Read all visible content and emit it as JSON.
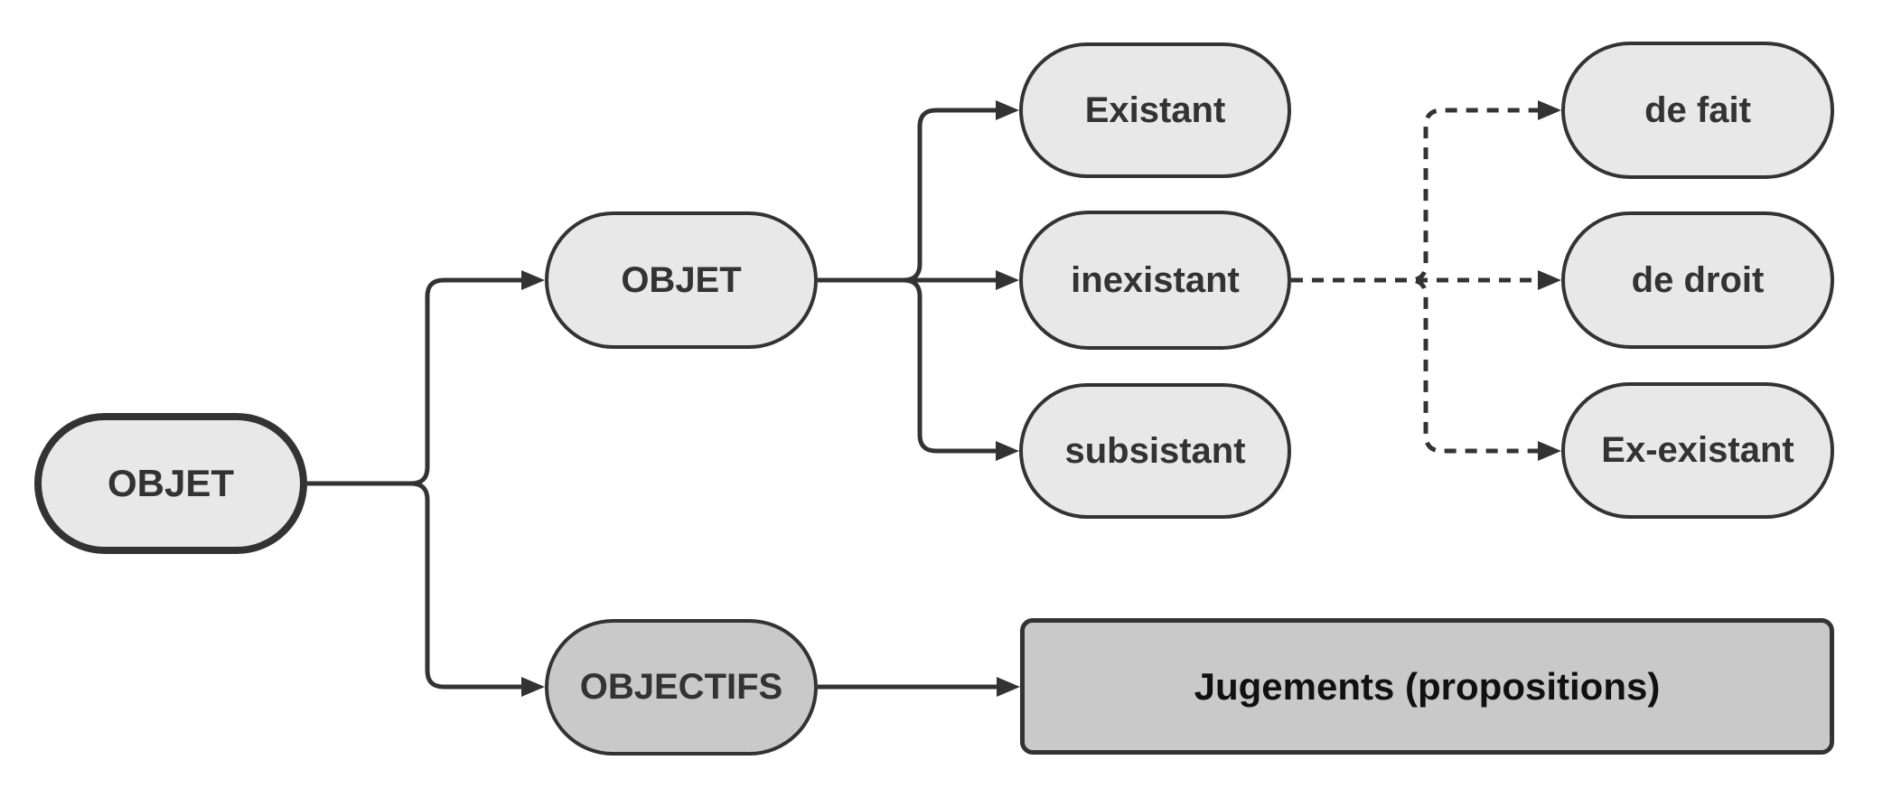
{
  "diagram": {
    "type": "flowchart",
    "direction": "left-to-right",
    "background": "#ffffff",
    "colors": {
      "stroke": "#333333",
      "node_fill_light": "#e8e8e8",
      "node_fill_dark": "#c9c9c9",
      "label_color": "#333333",
      "jugements_label_color": "#111111"
    },
    "nodes": [
      {
        "id": "objet-root",
        "label": "OBJET",
        "shape": "pill",
        "fill": "light",
        "border": "thick"
      },
      {
        "id": "objet",
        "label": "OBJET",
        "shape": "pill",
        "fill": "light",
        "border": "normal"
      },
      {
        "id": "existant",
        "label": "Existant",
        "shape": "pill",
        "fill": "light",
        "border": "normal"
      },
      {
        "id": "inexistant",
        "label": "inexistant",
        "shape": "pill",
        "fill": "light",
        "border": "normal"
      },
      {
        "id": "subsistant",
        "label": "subsistant",
        "shape": "pill",
        "fill": "light",
        "border": "normal"
      },
      {
        "id": "de-fait",
        "label": "de fait",
        "shape": "pill",
        "fill": "light",
        "border": "normal"
      },
      {
        "id": "de-droit",
        "label": "de droit",
        "shape": "pill",
        "fill": "light",
        "border": "normal"
      },
      {
        "id": "ex-existant",
        "label": "Ex-existant",
        "shape": "pill",
        "fill": "light",
        "border": "normal"
      },
      {
        "id": "objectifs",
        "label": "OBJECTIFS",
        "shape": "pill",
        "fill": "dark",
        "border": "normal"
      },
      {
        "id": "jugements",
        "label": "Jugements (propositions)",
        "shape": "rounded-rect",
        "fill": "dark",
        "border": "normal"
      }
    ],
    "edges": [
      {
        "from": "objet-root",
        "to": "objet",
        "style": "solid",
        "arrow": true
      },
      {
        "from": "objet-root",
        "to": "objectifs",
        "style": "solid",
        "arrow": true
      },
      {
        "from": "objet",
        "to": "existant",
        "style": "solid",
        "arrow": true
      },
      {
        "from": "objet",
        "to": "inexistant",
        "style": "solid",
        "arrow": true
      },
      {
        "from": "objet",
        "to": "subsistant",
        "style": "solid",
        "arrow": true
      },
      {
        "from": "objectifs",
        "to": "jugements",
        "style": "solid",
        "arrow": true
      },
      {
        "from": "inexistant",
        "to": "de-fait",
        "style": "dashed",
        "arrow": true
      },
      {
        "from": "inexistant",
        "to": "de-droit",
        "style": "dashed",
        "arrow": true
      },
      {
        "from": "inexistant",
        "to": "ex-existant",
        "style": "dashed",
        "arrow": true
      }
    ]
  }
}
